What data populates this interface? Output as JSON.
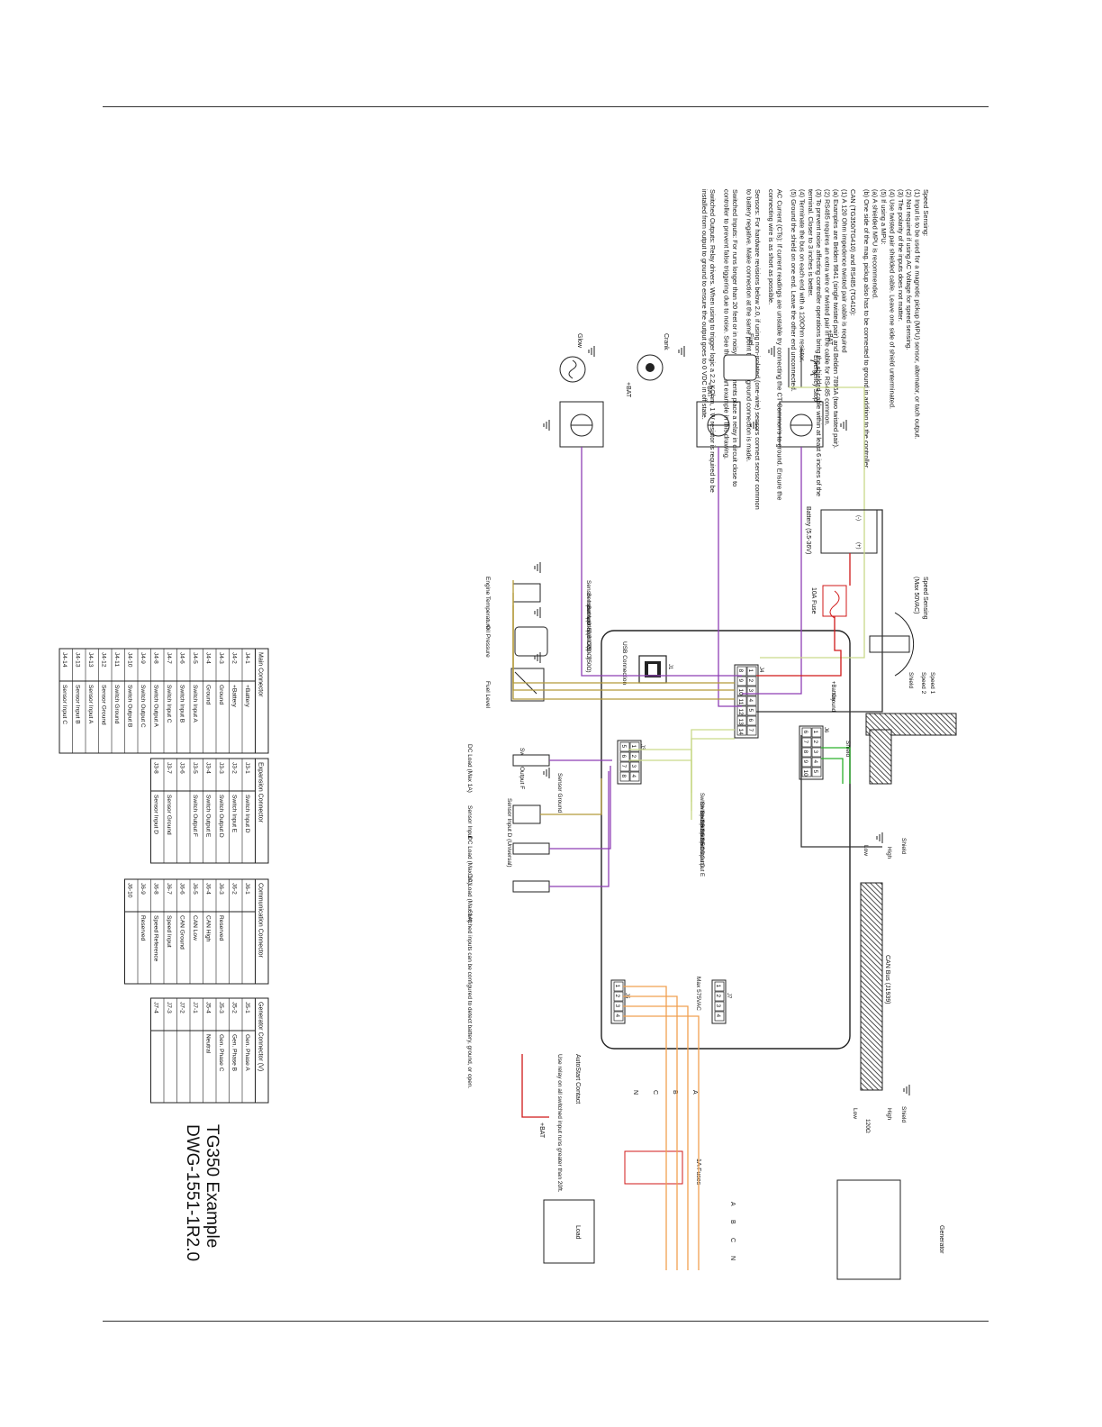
{
  "title": {
    "name": "TG350 Example",
    "dwg": "DWG-1551-1R2.0"
  },
  "notes": [
    "Speed Sensing:",
    "(1) Input is to be used for a magnetic pickup (MPU) sensor, alternator, or tach output.",
    "(2) Not required if using AC Voltage for speed sensing.",
    "(3) The polarity of the inputs does not matter.",
    "(4) Use twisted pair shielded cable. Leave one side of shield unterminated.",
    "(5) If using a MPU:",
    "(a) A shielded MPU is recommended.",
    "(b) One side of the mag. pickup also has to be connected to ground in addition to the controller.",
    "",
    "CAN (TG350/TG410) and RS485 (TG410):",
    "(1) A 120 Ohm impedence twisted pair cable is required",
    "(a) Examples are Belden 9841 (single twisted pair) and Belden 7895A (two twisted pair).",
    "(2) RS485 requires an extra wire or twisted pair in the cable for RS485 common.",
    "(3) To prevent noise affecting controller operations bring the shielded cable within at least 6 inches of the",
    "terminal. Closer to 3 inches is better.",
    "(4) Terminate the bus on each end with a 120Ohm resistor.",
    "(5) Ground the shield on one end. Leave the other end unconnected.",
    "",
    "AC Current (CTs): If current readings are unstable try connecting the CT Common's to ground. Ensure the",
    "connecting wire is as short as possible.",
    "",
    "Sensors: For hardware revisions below 2.0, if using non-isolated (one-wire) sensors connect sensor common",
    "to battery negative. Make connection at the same point the main ground connection is made.",
    "",
    "Switched Inputs: For runs longer than 20 feet or in noisy environments place a relay in circuit close to",
    "controller to prevent false triggering due to noise. See the autostart example in this drawing.",
    "",
    "Switched Outputs: Relay drivers. When using to trigger logic a 2.2 KOhm, 1 W resistor is required to be",
    "installed from output to ground to ensure the output goes to 0 VDC in off state."
  ],
  "tables": [
    {
      "title": "Main Connector",
      "rows": [
        [
          "J4-1",
          "+Battery"
        ],
        [
          "J4-2",
          "+Battery"
        ],
        [
          "J4-3",
          "Ground"
        ],
        [
          "J4-4",
          "Ground"
        ],
        [
          "J4-5",
          "Switch Input A"
        ],
        [
          "J4-6",
          "Switch Input B"
        ],
        [
          "J4-7",
          "Switch Input C"
        ],
        [
          "J4-8",
          "Switch Output A"
        ],
        [
          "J4-9",
          "Switch Output C"
        ],
        [
          "J4-10",
          "Switch Output B"
        ],
        [
          "J4-11",
          "Switch Ground"
        ],
        [
          "J4-12",
          "Sensor Ground"
        ],
        [
          "J4-13",
          "Sensor Input A"
        ],
        [
          "J4-13",
          "Sensor Input B"
        ],
        [
          "J4-14",
          "Sensor Input C"
        ]
      ]
    },
    {
      "title": "Expansion Connector",
      "rows": [
        [
          "J3-1",
          "Switch Input D"
        ],
        [
          "J3-2",
          "Switch Input E"
        ],
        [
          "J3-3",
          "Switch Output D"
        ],
        [
          "J3-4",
          "Switch Output E"
        ],
        [
          "J3-5",
          "Switch Output F"
        ],
        [
          "J3-6",
          ""
        ],
        [
          "J3-7",
          "Sensor Ground"
        ],
        [
          "J3-8",
          "Sensor Input D"
        ]
      ]
    },
    {
      "title": "Communication Connector",
      "rows": [
        [
          "J6-1",
          ""
        ],
        [
          "J6-2",
          ""
        ],
        [
          "J6-3",
          "Reserved"
        ],
        [
          "J6-4",
          "CAN High"
        ],
        [
          "J6-5",
          "CAN Low"
        ],
        [
          "J6-6",
          "CAN Ground"
        ],
        [
          "J6-7",
          "Speed Input"
        ],
        [
          "J6-8",
          "Speed Reference"
        ],
        [
          "J6-9",
          "Reserved"
        ],
        [
          "J6-10",
          ""
        ]
      ]
    },
    {
      "title": "Generator Connector (V)",
      "rows": [
        [
          "J5-1",
          "Gen. Phase A"
        ],
        [
          "J5-2",
          "Gen. Phase B"
        ],
        [
          "J5-3",
          "Gen. Phase C"
        ],
        [
          "J5-4",
          "Neutral"
        ],
        [
          "J7-1",
          ""
        ],
        [
          "J7-2",
          ""
        ],
        [
          "J7-3",
          ""
        ],
        [
          "J7-4",
          ""
        ]
      ]
    }
  ],
  "labels": {
    "bat": "+BAT",
    "emergency_stop": "Emergency Stop",
    "fuel": "Fuel",
    "crank": "Crank",
    "glow": "Glow",
    "battery": "Battery (5.5-36V)",
    "battery_minus": "(-)",
    "battery_plus": "(+)",
    "fuse_10a": "10A Fuse",
    "speed_sensing": "Speed Sensing",
    "speed_sensing_max": "(Max 50VAC)",
    "speed1": "Speed 1",
    "speed2": "Speed 2",
    "shield": "Shield",
    "high": "High",
    "low": "Low",
    "can_bus": "CAN Bus (J1939)",
    "r120": "120Ω",
    "sensor_a": "Sensor Input A (0 - 7,500Ω)",
    "sensor_b": "Sensor Input B (0 - 750Ω)",
    "sensor_c": "Sensor Input C (0 - 750Ω)",
    "engine_temp": "Engine Temperature",
    "oil_pressure": "Oil Pressure",
    "fuel_level": "Fuel Level",
    "usb": "USB Connection",
    "j1": "J1",
    "j3": "J3",
    "j4": "J4",
    "j5": "J5",
    "j6": "J6",
    "j7": "J7",
    "plus_battery": "+Battery",
    "ground": "Ground",
    "switch_output_f": "Switch Output F",
    "sensor_ground": "Sensor Ground",
    "sensor_input_d": "Sensor Input D (Universal)",
    "dc_load": "DC Load (Max 1A)",
    "sensor_input": "Sensor Input",
    "switch_input_b": "Switch Input B",
    "switch_input_c": "Switch Input C",
    "switch_input_e": "Switch Input E",
    "switch_input_d": "Switch Input D",
    "switch_output_d": "Switch Output D",
    "switch_output_e": "Switch Output E",
    "switched_inputs_note": "Switched inputs can be configured to detect battery, ground, or open.",
    "max_575": "Max 575VAC",
    "autostart": "AutoStart Contact",
    "relay_note": "Use relay on all switched input runs greater than 20ft.",
    "phase_a": "A",
    "phase_b": "B",
    "phase_c": "C",
    "phase_n": "N",
    "fuses_1a": "1A Fuses",
    "generator": "Generator",
    "load": "Load"
  },
  "colors": {
    "purple": "#8e3fb5",
    "yellowgreen": "#c9d98a",
    "red": "#d01818",
    "orange": "#f0a050",
    "green": "#2bb02b",
    "olive": "#b39a3a",
    "dark": "#333333"
  }
}
